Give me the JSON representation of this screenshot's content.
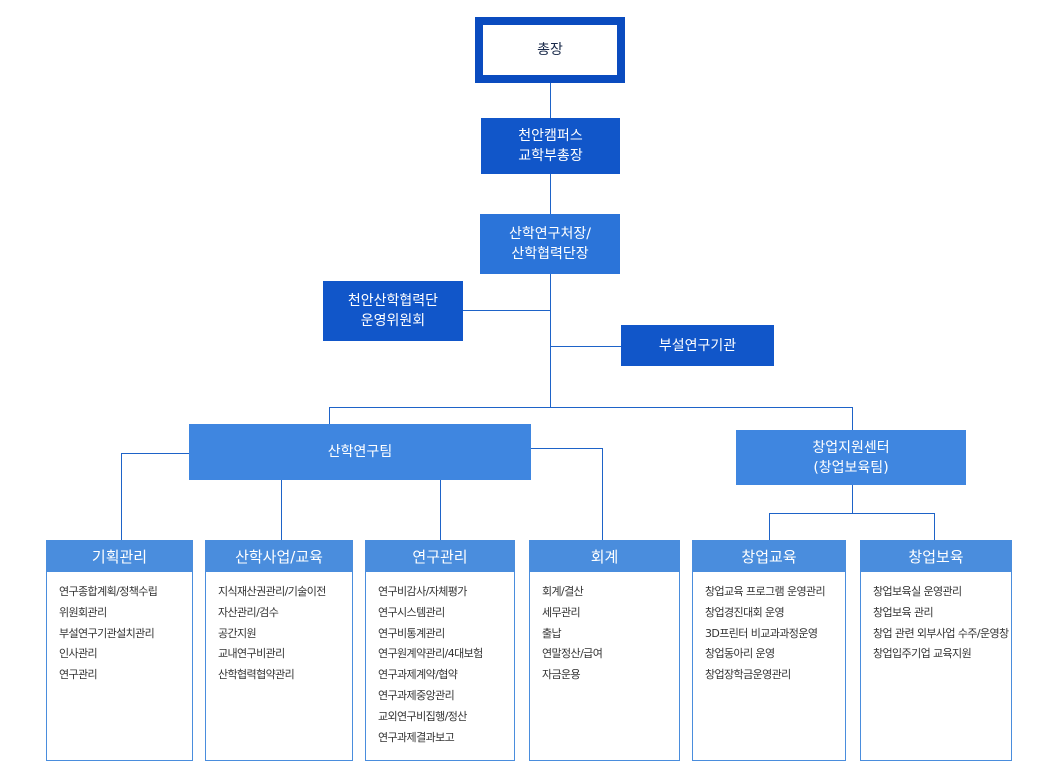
{
  "org": {
    "president": "총장",
    "vice_president": "천안캠퍼스\n교학부총장",
    "research_dean": "산학연구처장/\n산학협력단장",
    "committee": "천안산학협력단\n운영위원회",
    "affiliated_institutes": "부설연구기관",
    "research_team": "산학연구팀",
    "startup_center": "창업지원센터\n(창업보육팀)"
  },
  "departments": [
    {
      "title": "기획관리",
      "items": [
        "연구종합계획/정책수립",
        "위원회관리",
        "부설연구기관설치관리",
        "인사관리",
        "연구관리"
      ]
    },
    {
      "title": "산학사업/교육",
      "items": [
        "지식재산권관리/기술이전",
        "자산관리/검수",
        "공간지원",
        "교내연구비관리",
        "산학협력협약관리"
      ]
    },
    {
      "title": "연구관리",
      "items": [
        "연구비감사/자체평가",
        "연구시스템관리",
        "연구비통계관리",
        "연구원계약관리/4대보험",
        "연구과제계약/협약",
        "연구과제중앙관리",
        "교외연구비집행/정산",
        "연구과제결과보고"
      ]
    },
    {
      "title": "회계",
      "items": [
        "회계/결산",
        "세무관리",
        "출납",
        "연말정산/급여",
        "자금운용"
      ]
    },
    {
      "title": "창업교육",
      "items": [
        "창업교육 프로그램 운영관리",
        "창업경진대회 운영",
        "3D프린터 비교과과정운영",
        "창업동아리 운영",
        "창업장학금운영관리"
      ]
    },
    {
      "title": "창업보육",
      "items": [
        "창업보육실 운영관리",
        "창업보육 관리",
        "창업 관련 외부사업 수주/운영창",
        "창업입주기업 교육지원"
      ]
    }
  ]
}
